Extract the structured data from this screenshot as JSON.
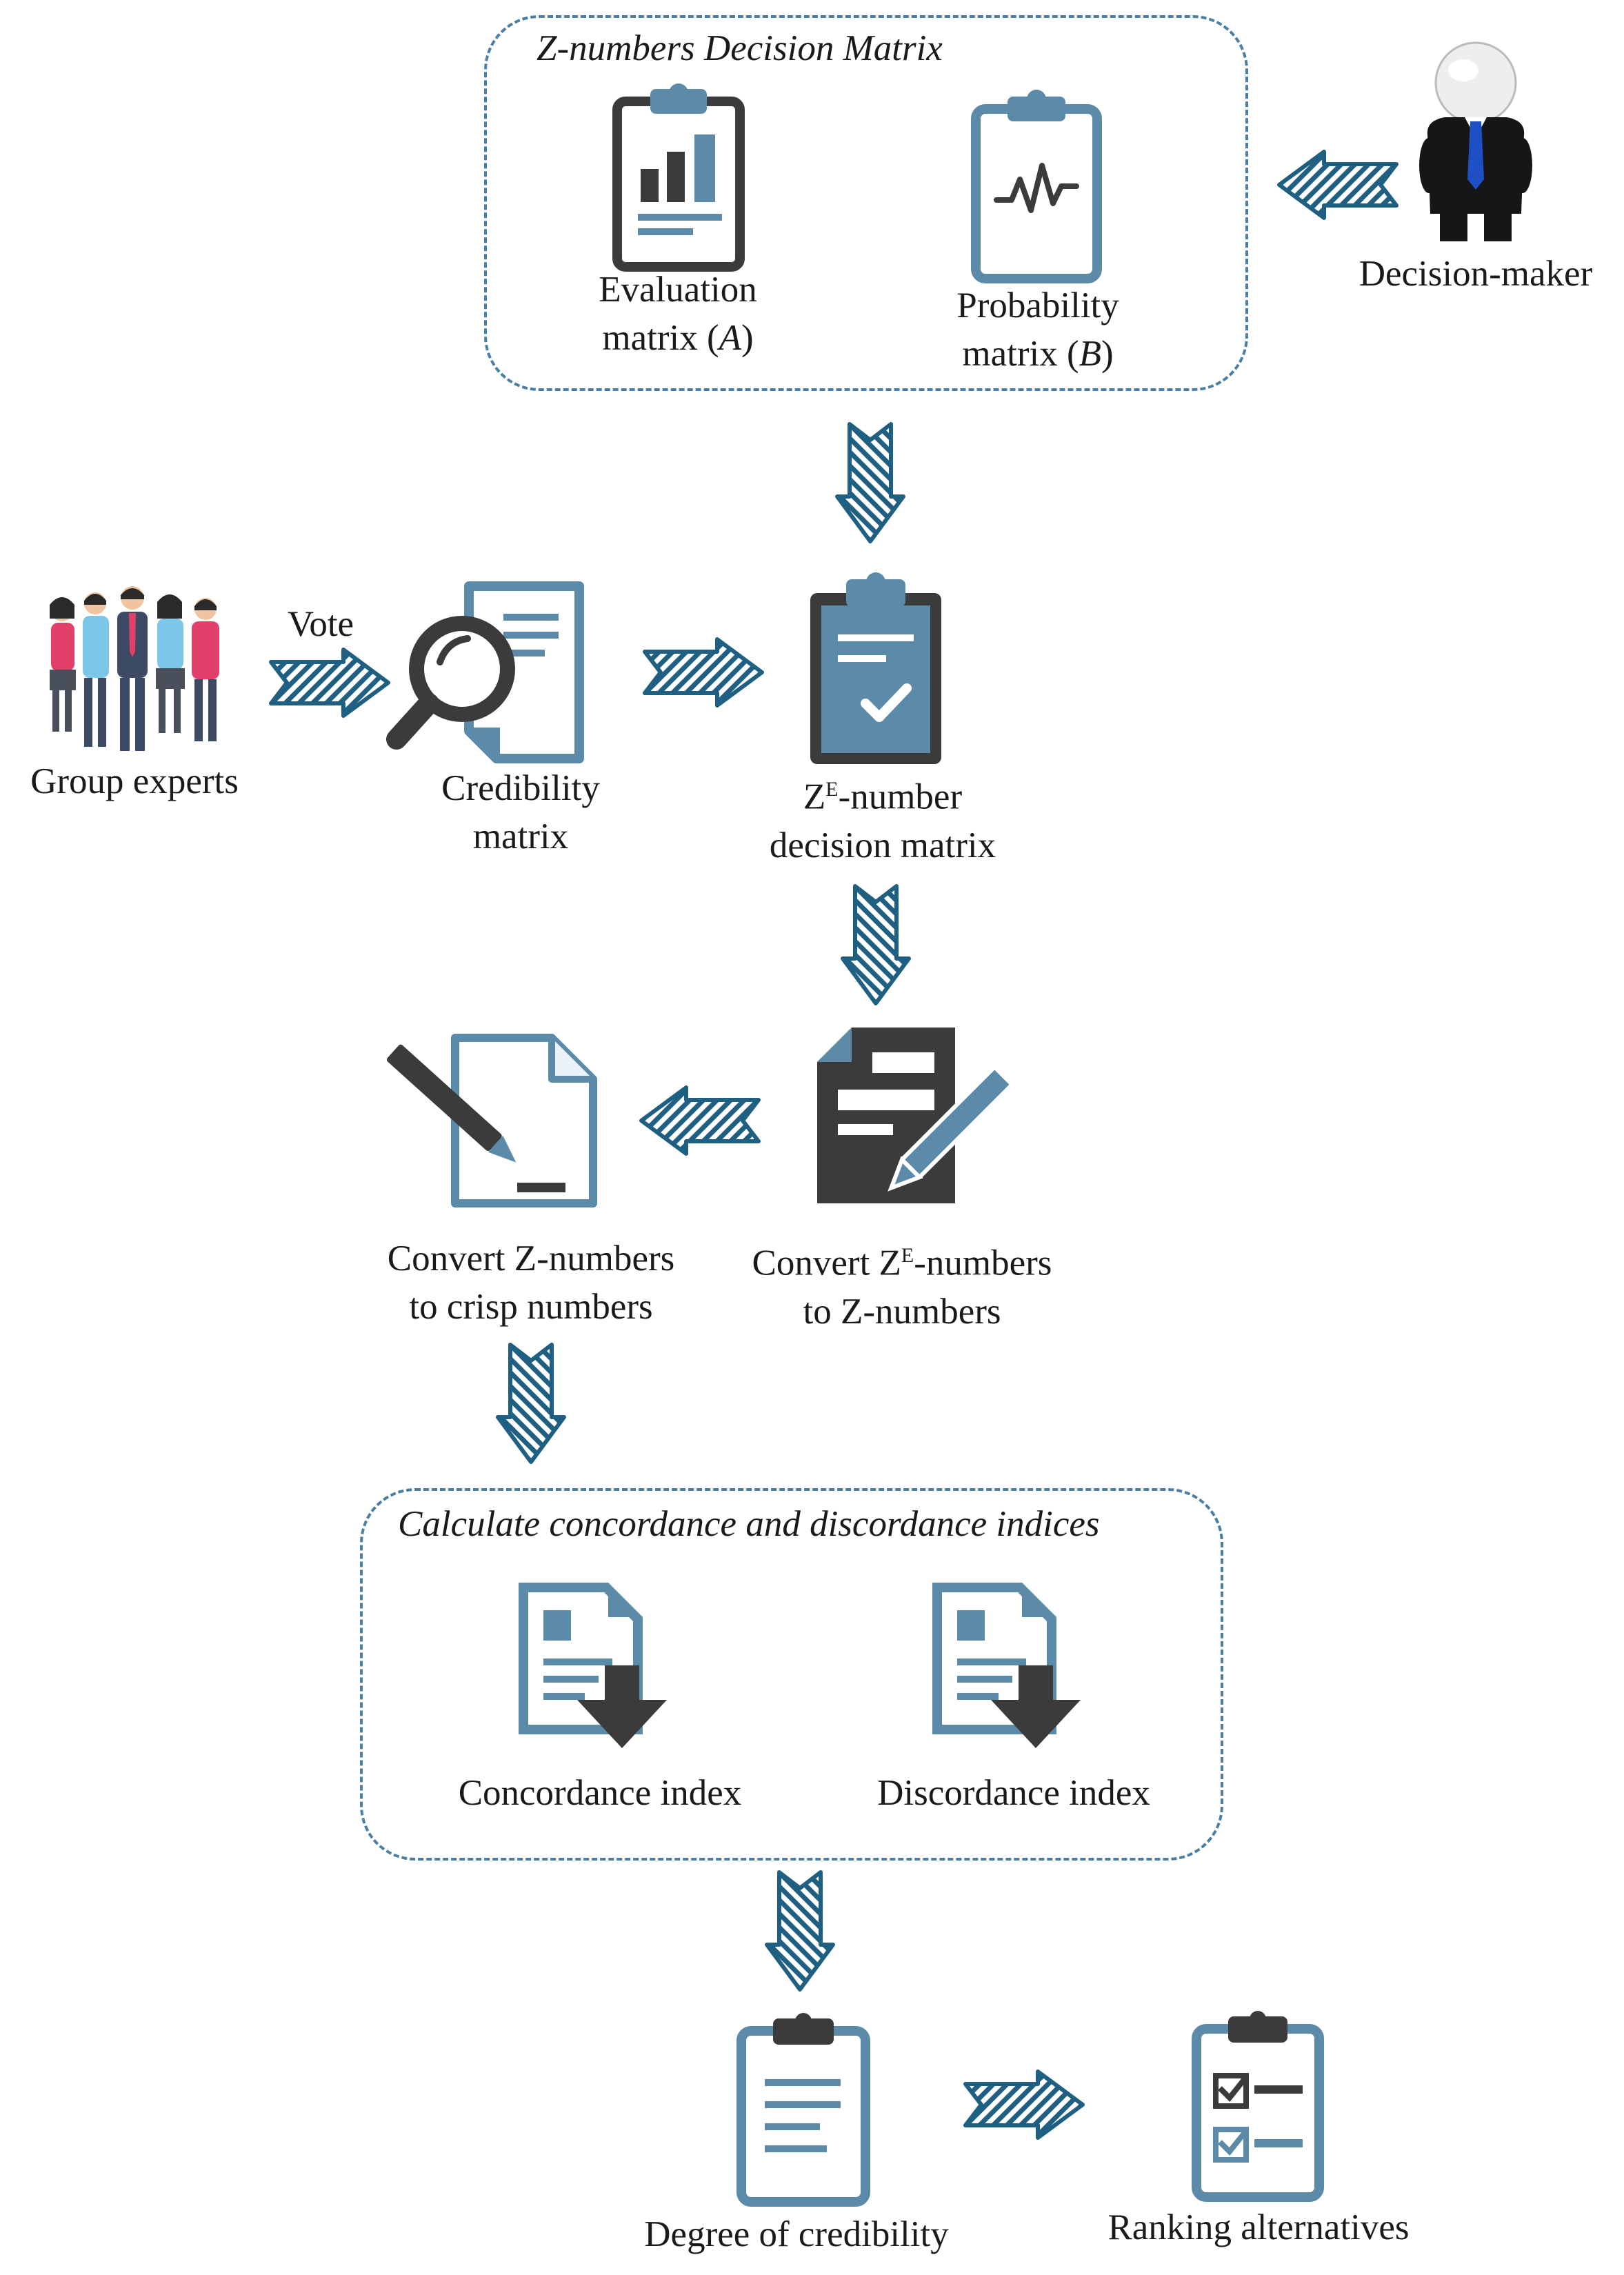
{
  "colors": {
    "accent": "#5b8ba8",
    "dark": "#3b3b3b",
    "arrow": "#1f5f82",
    "border": "#4a7fa3",
    "paper": "#ffffff",
    "light_blue": "#eaf2f7"
  },
  "groups": {
    "zdm": {
      "title": "Z-numbers Decision Matrix"
    },
    "ci": {
      "title": "Calculate concordance and discordance indices"
    }
  },
  "nodes": {
    "evaluation": {
      "line1": "Evaluation",
      "line2_text": "matrix (",
      "line2_var": "A",
      "line2_close": ")",
      "icon": "clipboard-bar-chart-icon"
    },
    "probability": {
      "line1": "Probability",
      "line2_text": "matrix (",
      "line2_var": "B",
      "line2_close": ")",
      "icon": "clipboard-waveform-icon"
    },
    "decision_maker": {
      "label": "Decision-maker",
      "icon": "businessman-icon"
    },
    "group_experts": {
      "label": "Group experts",
      "icon": "people-group-icon"
    },
    "vote": {
      "label": "Vote"
    },
    "credibility_matrix": {
      "line1": "Credibility",
      "line2": "matrix",
      "icon": "document-search-icon"
    },
    "ze_matrix": {
      "line1_pre": "Z",
      "line1_sup": "E",
      "line1_post": "-number",
      "line2": "decision matrix",
      "icon": "clipboard-check-icon"
    },
    "convert_z_crisp": {
      "line1": "Convert Z-numbers",
      "line2": "to crisp numbers",
      "icon": "document-pen-icon"
    },
    "convert_ze_z": {
      "line1_pre": "Convert Z",
      "line1_sup": "E",
      "line1_post": "-numbers",
      "line2": "to Z-numbers",
      "icon": "form-edit-icon"
    },
    "concordance": {
      "label": "Concordance index",
      "icon": "document-download-icon"
    },
    "discordance": {
      "label": "Discordance index",
      "icon": "document-download-icon"
    },
    "degree_credibility": {
      "label": "Degree of credibility",
      "icon": "clipboard-list-icon"
    },
    "ranking": {
      "label": "Ranking alternatives",
      "icon": "checklist-icon"
    }
  }
}
